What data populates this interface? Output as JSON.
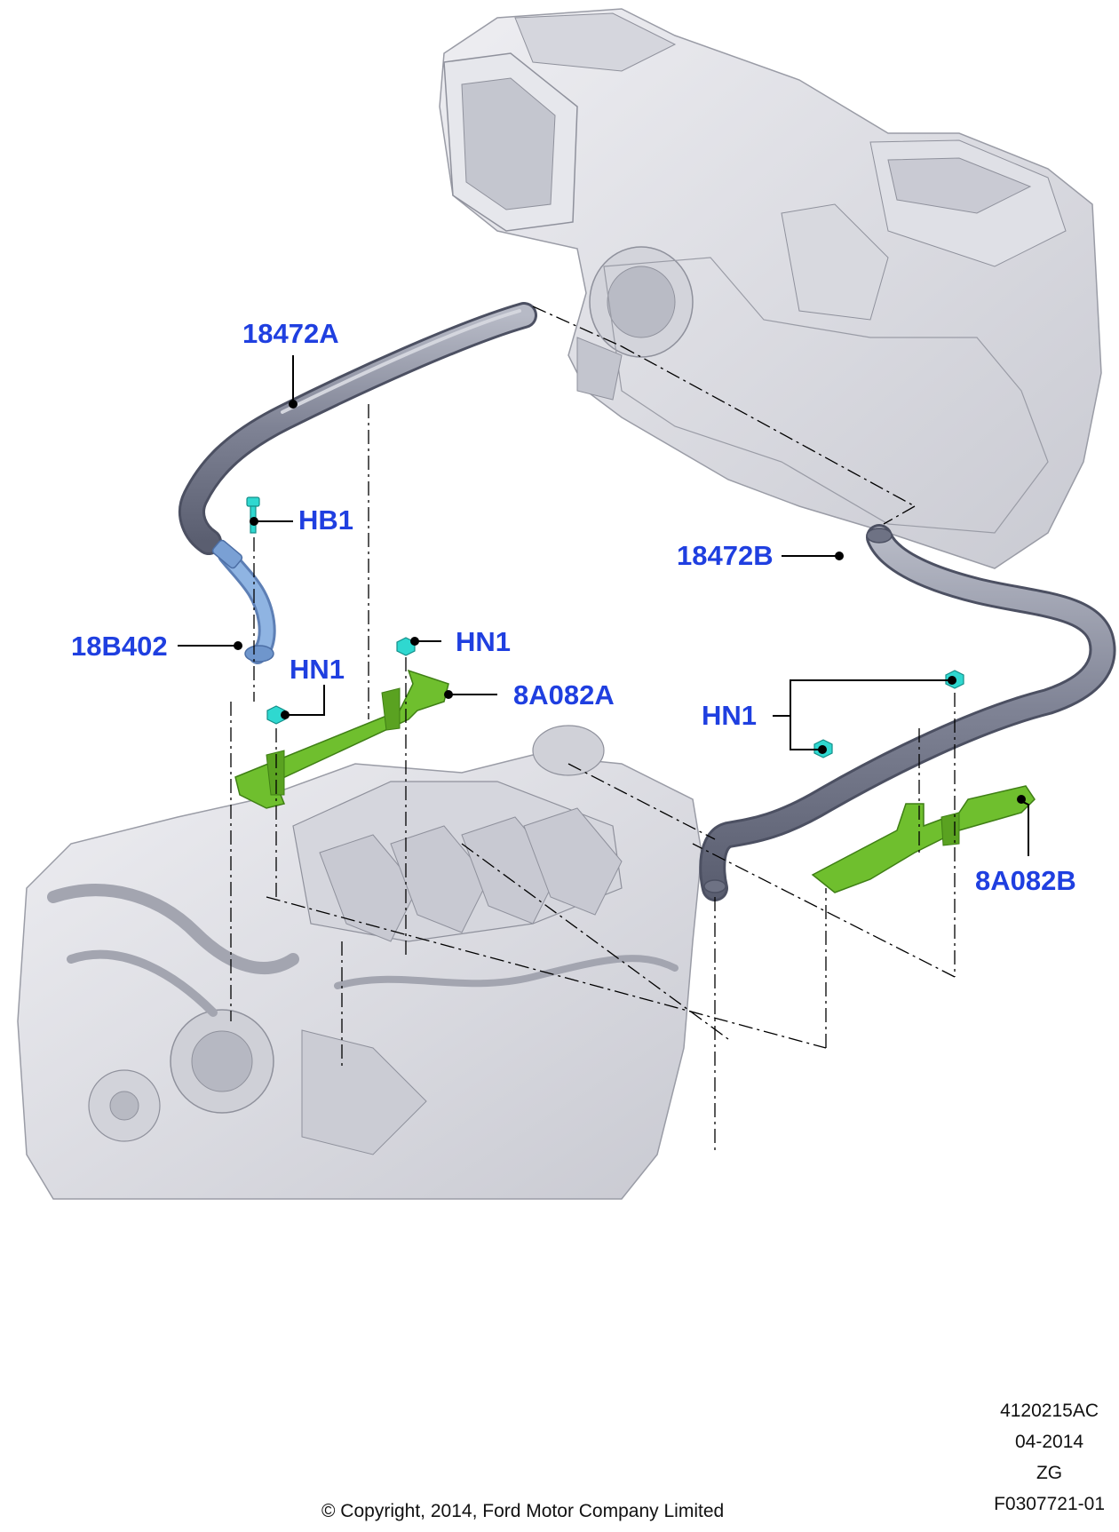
{
  "callouts": {
    "hose_upper": "18472A",
    "bolt": "HB1",
    "hose_lower_right": "18472B",
    "connector": "18B402",
    "nut_top": "HN1",
    "nut_left": "HN1",
    "nut_right": "HN1",
    "bracket_left": "8A082A",
    "bracket_right": "8A082B"
  },
  "footer": {
    "ref_number": "4120215AC",
    "date": "04-2014",
    "code": "ZG",
    "figure_id": "F0307721-01",
    "copyright": "© Copyright, 2014, Ford Motor Company Limited"
  },
  "colors": {
    "callout_text": "#1f3fe0",
    "bracket_fill": "#6fbf2e",
    "fastener_fill": "#2fd8d0",
    "hose_fill": "#8a8fa0",
    "connector_fill": "#7fa8d8",
    "engine_fill": "#dcdde2",
    "leader_line": "#000000"
  }
}
